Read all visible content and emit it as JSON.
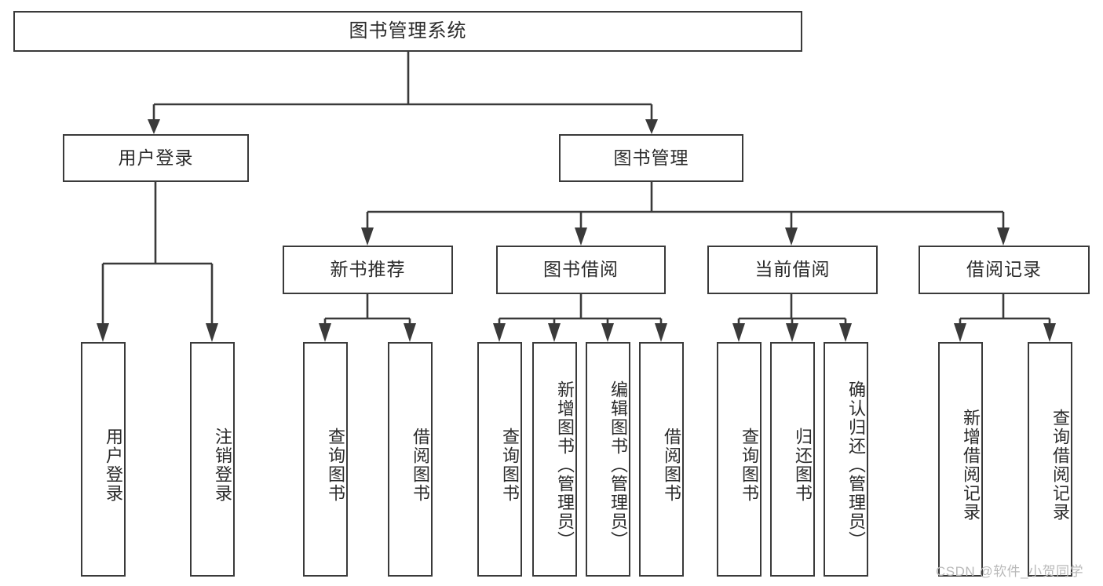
{
  "diagram": {
    "title": "图书管理系统",
    "type": "tree-hierarchy",
    "root": {
      "id": "root",
      "label": "图书管理系统",
      "orientation": "horizontal"
    },
    "level2": [
      {
        "id": "user-login",
        "label": "用户登录",
        "orientation": "horizontal"
      },
      {
        "id": "book-manage",
        "label": "图书管理",
        "orientation": "horizontal"
      }
    ],
    "level3": [
      {
        "id": "new-book-recommend",
        "label": "新书推荐",
        "orientation": "horizontal",
        "parent": "book-manage"
      },
      {
        "id": "book-borrow",
        "label": "图书借阅",
        "orientation": "horizontal",
        "parent": "book-manage"
      },
      {
        "id": "current-borrow",
        "label": "当前借阅",
        "orientation": "horizontal",
        "parent": "book-manage"
      },
      {
        "id": "borrow-record",
        "label": "借阅记录",
        "orientation": "horizontal",
        "parent": "book-manage"
      }
    ],
    "leaves": [
      {
        "id": "leaf-user-login",
        "label": "用户登录",
        "parent": "user-login"
      },
      {
        "id": "leaf-user-logout",
        "label": "注销登录",
        "parent": "user-login"
      },
      {
        "id": "leaf-rec-query-book",
        "label": "查询图书",
        "parent": "new-book-recommend"
      },
      {
        "id": "leaf-rec-borrow-book",
        "label": "借阅图书",
        "parent": "new-book-recommend"
      },
      {
        "id": "leaf-bb-query-book",
        "label": "查询图书",
        "parent": "book-borrow"
      },
      {
        "id": "leaf-bb-add-book",
        "label": "新增图书（管理员）",
        "parent": "book-borrow"
      },
      {
        "id": "leaf-bb-edit-book",
        "label": "编辑图书（管理员）",
        "parent": "book-borrow"
      },
      {
        "id": "leaf-bb-borrow-book",
        "label": "借阅图书",
        "parent": "book-borrow"
      },
      {
        "id": "leaf-cb-query-book",
        "label": "查询图书",
        "parent": "current-borrow"
      },
      {
        "id": "leaf-cb-return-book",
        "label": "归还图书",
        "parent": "current-borrow"
      },
      {
        "id": "leaf-cb-confirm-return",
        "label": "确认归还（管理员）",
        "parent": "current-borrow"
      },
      {
        "id": "leaf-br-add-record",
        "label": "新增借阅记录",
        "parent": "borrow-record"
      },
      {
        "id": "leaf-br-query-record",
        "label": "查询借阅记录",
        "parent": "borrow-record"
      }
    ],
    "colors": {
      "stroke": "#3a3a3a",
      "fill": "#ffffff",
      "text": "#2b2b2b",
      "watermark": "#b9b9b9"
    }
  },
  "watermark": {
    "text": "CSDN @软件_小贺同学"
  }
}
